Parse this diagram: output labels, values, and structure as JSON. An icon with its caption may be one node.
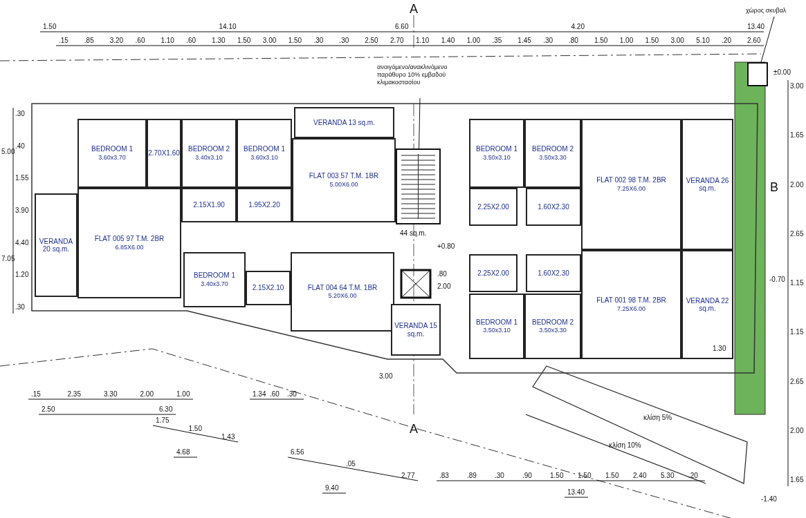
{
  "diagram": {
    "nodes": [
      {
        "text": [
          "BEDROOM 1",
          "3.60x3.70"
        ]
      },
      {
        "text": [
          "2.70X1.60"
        ]
      },
      {
        "text": [
          "BEDROOM 2",
          "3.40x3.10"
        ]
      },
      {
        "text": [
          "2.15X1.90"
        ]
      },
      {
        "text": [
          "FLAT 005 97 T.M. 2BR",
          "6.85X6.00"
        ]
      },
      {
        "text": [
          "VERANDA 20 sq.m."
        ]
      },
      {
        "text": [
          "BEDROOM 1",
          "3.60x3.10"
        ]
      },
      {
        "text": [
          "1.95X2.20"
        ]
      },
      {
        "text": [
          "VERANDA 13 sq.m."
        ]
      },
      {
        "text": [
          "FLAT 003 57 T.M. 1BR",
          "5.00X6.00"
        ]
      },
      {
        "text": [
          "BEDROOM 1",
          "3.40x3.70"
        ]
      },
      {
        "text": [
          "2.15X2.10"
        ]
      },
      {
        "text": [
          "FLAT 004 64 T.M. 1BR",
          "5.20X6.00"
        ]
      },
      {
        "text": [
          "VERANDA 15 sq.m."
        ]
      },
      {
        "text": [],
        "shape": "picture"
      },
      {
        "text": [
          "BEDROOM 1",
          "3.50x3.10"
        ]
      },
      {
        "text": [
          "BEDROOM 2",
          "3.50x3.30"
        ]
      },
      {
        "text": [
          "2.25X2.00"
        ]
      },
      {
        "text": [
          "1.60X2.30"
        ]
      },
      {
        "text": [
          "FLAT 002 98 T.M. 2BR",
          "7.25X6.00"
        ]
      },
      {
        "text": [
          "VERANDA 26 sq.m."
        ]
      },
      {
        "text": [
          "2.25X2.00"
        ]
      },
      {
        "text": [
          "1.60X2.30"
        ]
      },
      {
        "text": [
          "BEDROOM 1",
          "3.50x3.10"
        ]
      },
      {
        "text": [
          "BEDROOM 2",
          "3.50x3.30"
        ]
      },
      {
        "text": [
          "FLAT 001 98 T.M. 2BR",
          "7.25X6.00"
        ]
      },
      {
        "text": [
          "VERANDA 22 sq.m."
        ]
      },
      {
        "text": [],
        "shape": "box"
      },
      {
        "text": [
          "ανοιγόμενο/ανακλινόμενο παράθυρο 10% εμβαδού κλιμακοστασίου"
        ]
      },
      {
        "text": [
          "χώρος σκυβαλ"
        ]
      }
    ],
    "edges": [
      {
        "from": 28,
        "to": 14,
        "arrow": "none"
      },
      {
        "from": 29,
        "to": 27,
        "arrow": "none"
      }
    ],
    "labels": [
      "1.50",
      "14.10",
      "6.60",
      "4.20",
      "13.40",
      ".15",
      ".85",
      "3.20",
      ".60",
      "1.10",
      ".60",
      "1.30",
      "1.50",
      "3.00",
      "1.50",
      ".30",
      ".30",
      "2.50",
      "2.70",
      "1.10",
      "1.40",
      "1.00",
      ".35",
      "1.45",
      ".30",
      ".80",
      "1.50",
      "1.00",
      "1.50",
      "3.00",
      "5.10",
      ".20",
      "2.60",
      "A",
      ".30",
      ".40",
      "1.55",
      "3.90",
      "4.40",
      "1.20",
      ".30",
      "5.00",
      "7.05",
      "3.00",
      "1.65",
      "2.00",
      "2.65",
      "1.15",
      "1.15",
      "2.65",
      "2.00",
      "1.65",
      "±0.00",
      "B",
      "-0.70",
      "-1.40",
      "44 sq.m.",
      "+0.80",
      ".80",
      "2.00",
      "1.30",
      ".15",
      "2.35",
      "3.30",
      "2.00",
      "1.00",
      "2.50",
      "6.30",
      "1.75",
      "1.50",
      "1.43",
      "4.68",
      "1.34",
      ".60",
      ".30",
      "3.00",
      "6.56",
      ".05",
      "2.77",
      "9.40",
      "A",
      "κλίση 5%",
      "κλίση 10%",
      ".83",
      ".89",
      ".30",
      ".90",
      "1.50",
      "1.50",
      "1.50",
      "2.40",
      "5.30",
      ".20",
      "13.40"
    ]
  }
}
